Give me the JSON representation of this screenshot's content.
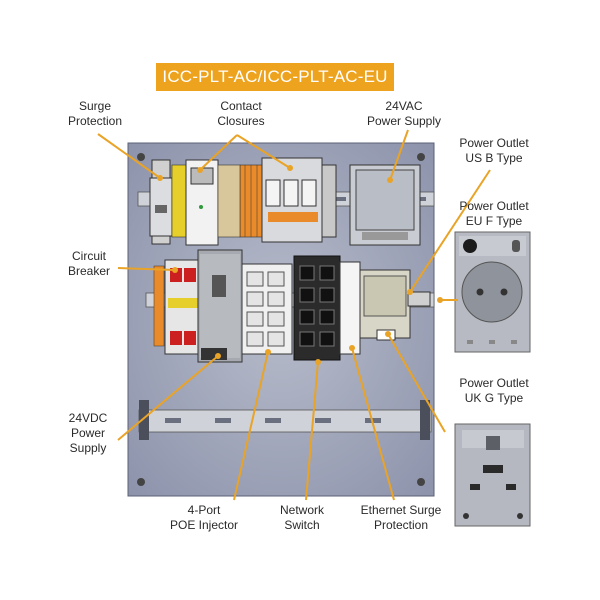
{
  "title": "ICC-PLT-AC/ICC-PLT-AC-EU",
  "labels": {
    "surge_protection": "Surge\nProtection",
    "contact_closures": "Contact\nClosures",
    "power_supply_24vac": "24VAC\nPower Supply",
    "outlet_us_b": "Power Outlet\nUS B Type",
    "outlet_eu_f": "Power Outlet\nEU F Type",
    "circuit_breaker": "Circuit\nBreaker",
    "power_supply_24vdc": "24VDC\nPower\nSupply",
    "poe_injector": "4-Port\nPOE Injector",
    "network_switch": "Network\nSwitch",
    "ethernet_surge": "Ethernet Surge\nProtection",
    "outlet_uk_g": "Power Outlet\nUK G Type"
  },
  "colors": {
    "accent": "#eea31f",
    "panel": "#9aa1b8",
    "device_gray": "#c9ccd2",
    "terminal_orange": "#e98b2a",
    "terminal_yellow": "#e6cf2a",
    "breaker_red": "#cc2020"
  }
}
